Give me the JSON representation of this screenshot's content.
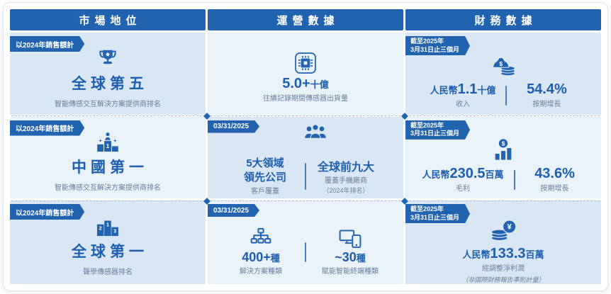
{
  "colors": {
    "accent": "#2163ae",
    "text_blue": "#1d5fae",
    "cell_dark": "#d9e6f3",
    "cell_light": "#e9f1f9",
    "muted_text": "#67809c"
  },
  "headers": {
    "market": "市場地位",
    "operating": "運營數據",
    "financial": "財務數據"
  },
  "badges": {
    "sales_2024": "以2024年銷售額計",
    "date": "03/31/2025",
    "asof_line1": "截至2025年",
    "asof_line2": "3月31日止三個月"
  },
  "market": {
    "global_fifth": {
      "icon": "trophy-icon",
      "title": "全球第五",
      "subtitle": "智能傳感交互解決方案提供商排名"
    },
    "china_first": {
      "icon": "podium-winner-icon",
      "title": "中國第一",
      "subtitle": "智能傳感交互解決方案提供商排名"
    },
    "global_first": {
      "icon": "podium-123-icon",
      "title": "全球第一",
      "subtitle": "聲學傳感器排名"
    }
  },
  "operating": {
    "shipments": {
      "icon": "chip-icon",
      "number": "5.0+",
      "unit": "十億",
      "label": "往績記錄期間傳感器出貨量"
    },
    "customers": {
      "icon": "people-icon",
      "left_line1": "5大領域",
      "left_line2": "領先公司",
      "left_label": "客戶覆蓋",
      "right_value": "全球前九大",
      "right_label_line1": "覆蓋手機廠商",
      "right_label_line2": "（2024年排名）"
    },
    "solutions": {
      "left_icon": "flow-tree-icon",
      "left_number": "400+",
      "left_unit": "種",
      "left_label": "解決方案種類",
      "right_icon": "devices-icon",
      "right_number": "~30",
      "right_unit": "種",
      "right_label": "賦能智能終端種類"
    }
  },
  "financial": {
    "revenue": {
      "icon": "money-bag-icon",
      "prefix": "人民幣",
      "number": "1.1",
      "unit": "十億",
      "label": "收入",
      "growth": "54.4%",
      "growth_label": "按期增長"
    },
    "gross_profit": {
      "icon": "dollar-chart-icon",
      "prefix": "人民幣",
      "number": "230.5",
      "unit": "百萬",
      "label": "毛利",
      "growth": "43.6%",
      "growth_label": "按期增長"
    },
    "adjusted_net_profit": {
      "icon": "coins-icon",
      "prefix": "人民幣",
      "number": "133.3",
      "unit": "百萬",
      "label": "經調整淨利潤",
      "sublabel": "（非國際財務報告準則計量）"
    }
  },
  "icons": {
    "dollar_glyph": "$",
    "yuan_glyph": "¥",
    "rank1": "1",
    "rank2": "2",
    "rank3": "3"
  }
}
